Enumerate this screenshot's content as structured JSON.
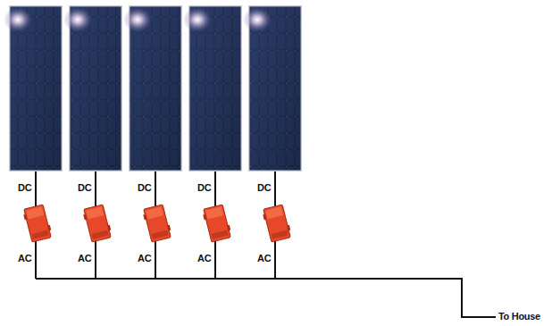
{
  "diagram": {
    "labels": [
      "DC",
      "DC",
      "DC",
      "DC",
      "DC",
      "AC",
      "AC",
      "AC",
      "AC",
      "AC",
      "To House"
    ]
  }
}
